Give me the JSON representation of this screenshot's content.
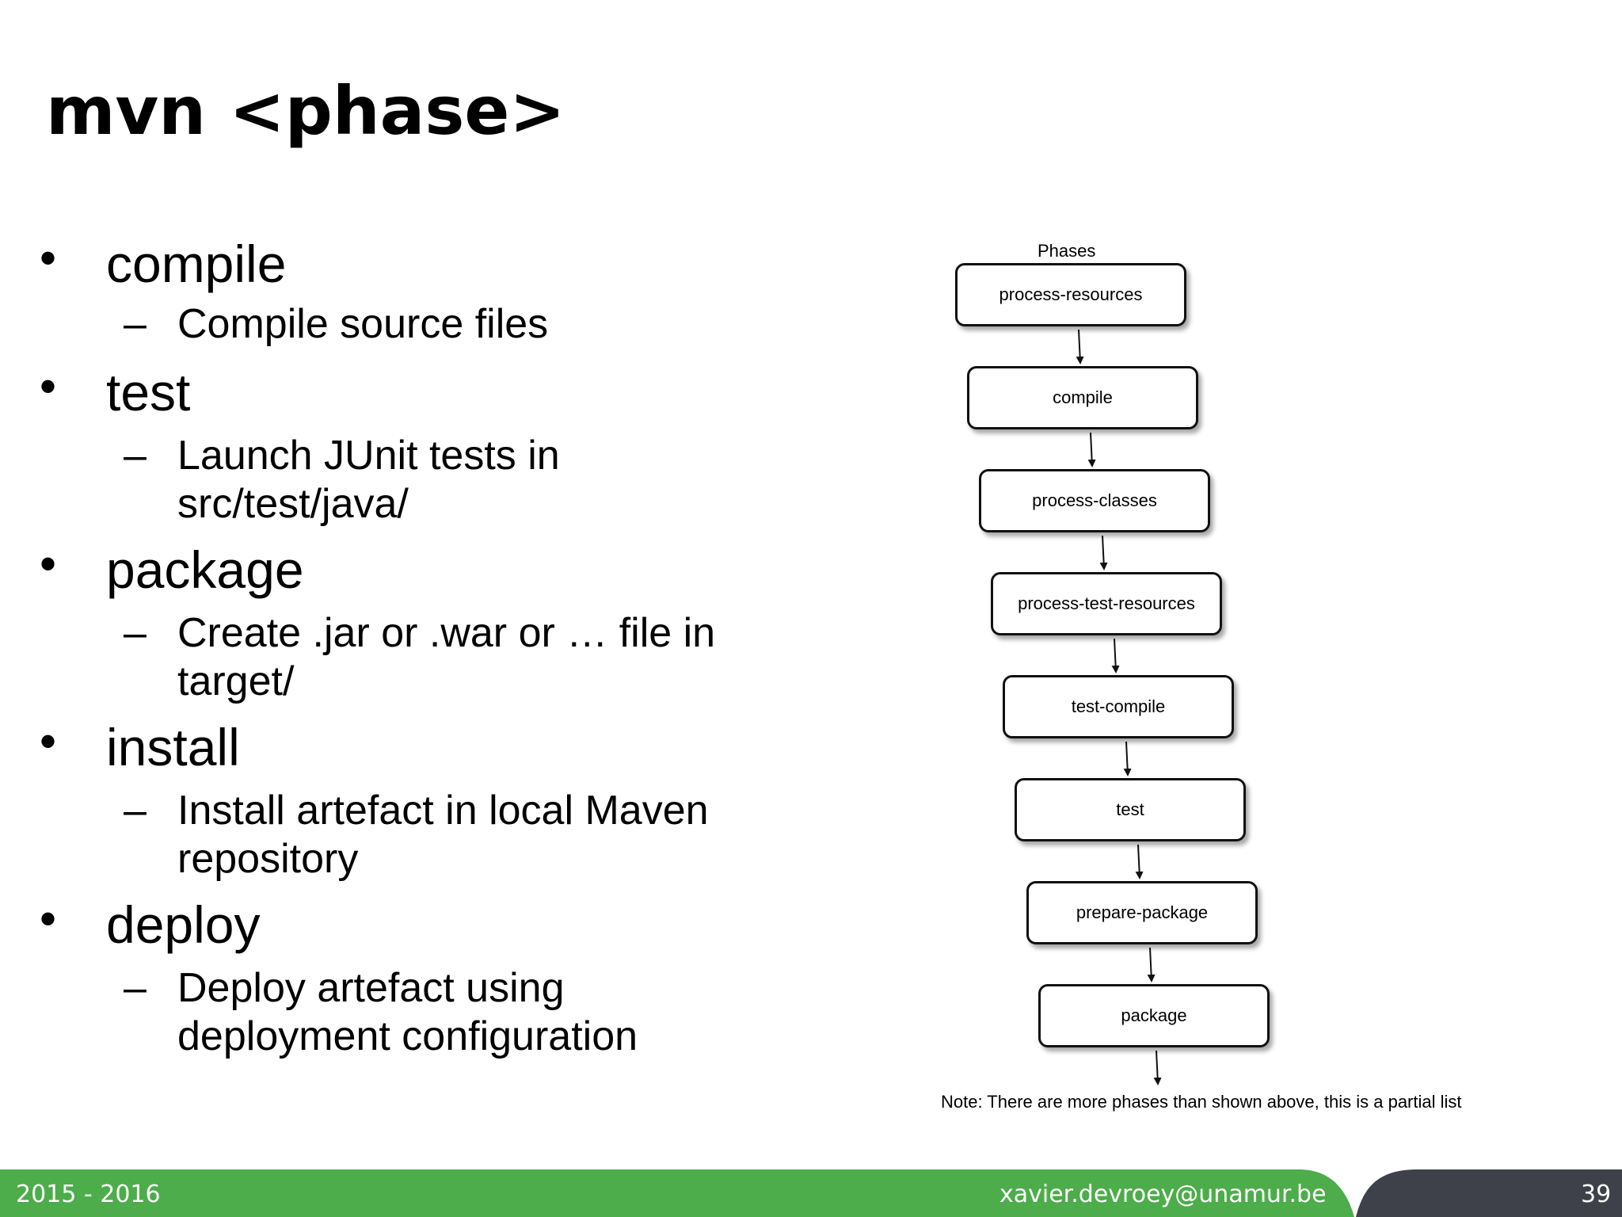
{
  "slide": {
    "title": "mvn <phase>",
    "bullet_symbol": "•",
    "dash_symbol": "–",
    "bullets": [
      {
        "label": "compile",
        "detail": "Compile source files"
      },
      {
        "label": "test",
        "detail": "Launch JUnit tests in src/test/java/"
      },
      {
        "label": "package",
        "detail": "Create .jar or .war or … file in target/"
      },
      {
        "label": "install",
        "detail": "Install artefact in local Maven repository"
      },
      {
        "label": "deploy",
        "detail": "Deploy artefact using deployment configuration"
      }
    ]
  },
  "diagram": {
    "caption": "Phases",
    "phases": [
      "process-resources",
      "compile",
      "process-classes",
      "process-test-resources",
      "test-compile",
      "test",
      "prepare-package",
      "package"
    ],
    "note": "Note: There are more phases than shown above, this is a partial list"
  },
  "footer": {
    "year": "2015 - 2016",
    "email": "xavier.devroey@unamur.be",
    "page_number": "39",
    "colors": {
      "green": "#4cad4a",
      "dark": "#3e4149",
      "text": "#ffffff"
    }
  }
}
